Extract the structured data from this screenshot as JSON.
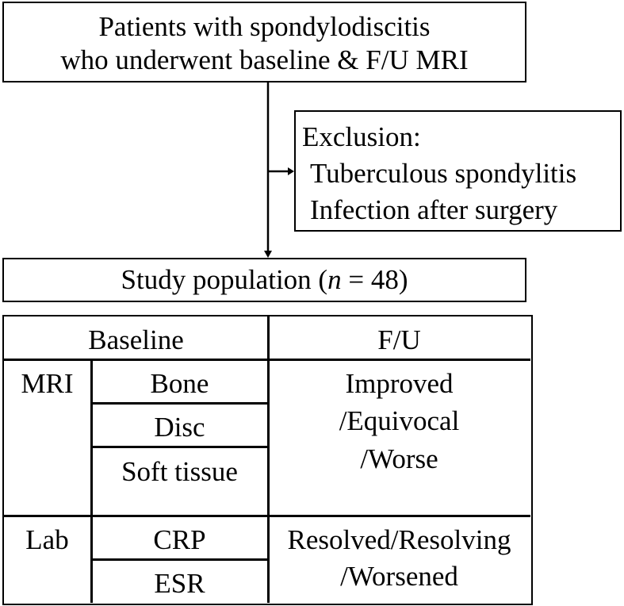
{
  "top_box": {
    "line1": "Patients with spondylodiscitis",
    "line2": "who underwent baseline & F/U MRI"
  },
  "exclusion": {
    "title": "Exclusion:",
    "items": [
      "Tuberculous spondylitis",
      "Infection after surgery"
    ]
  },
  "population": {
    "prefix": "Study population (",
    "n_symbol": "n",
    "suffix": " = 48)"
  },
  "table": {
    "header": {
      "baseline": "Baseline",
      "followup": "F/U"
    },
    "mri": {
      "label": "MRI",
      "items": [
        "Bone",
        "Disc",
        "Soft tissue"
      ],
      "outcome": [
        "Improved",
        "/Equivocal",
        "/Worse"
      ]
    },
    "lab": {
      "label": "Lab",
      "items": [
        "CRP",
        "ESR"
      ],
      "outcome": [
        "Resolved/Resolving",
        "/Worsened"
      ]
    }
  }
}
